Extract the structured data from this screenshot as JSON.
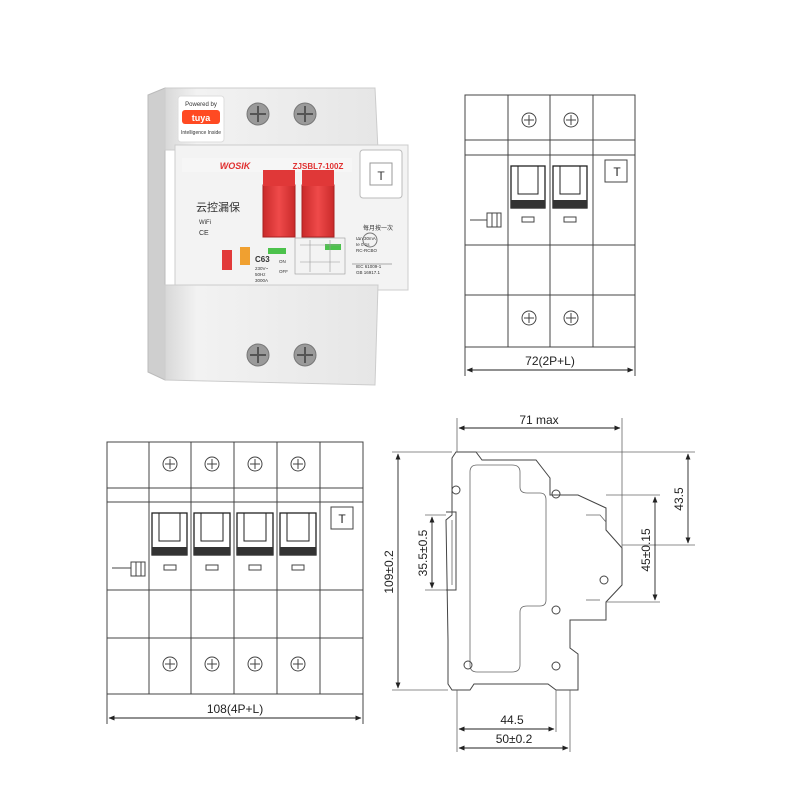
{
  "product": {
    "badge_powered": "Powered by",
    "badge_brand": "tuya",
    "badge_sub": "Intelligence Inside",
    "brand_logo": "WOSIK",
    "model": "ZJSBL7-100Z",
    "cn_label": "云控漏保",
    "wifi_label": "WiFi",
    "ce_label": "CE",
    "rating": "C63",
    "specs": [
      "230V~",
      "50Hz",
      "3000A"
    ],
    "on_off": [
      "ON",
      "OFF"
    ],
    "test_label": "T",
    "monthly_test": "每月按一次",
    "ratings_right": [
      "IΔn 30mA",
      "Ie 0.1s",
      "RC-RCBO"
    ],
    "standards": [
      "IEC 61009-1",
      "GB 16917.1"
    ],
    "colors": {
      "handle": "#e23a3a",
      "body": "#ececec",
      "accent": "#f0a030",
      "tuya": "#ff4a22"
    }
  },
  "front_2p": {
    "dimension_label": "72(2P+L)",
    "test_label": "T"
  },
  "front_4p": {
    "dimension_label": "108(4P+L)",
    "test_label": "T"
  },
  "side": {
    "dim_top": "71 max",
    "dim_435": "43.5",
    "dim_45": "45±0.15",
    "dim_355": "35.5±0.5",
    "dim_109": "109±0.2",
    "dim_445": "44.5",
    "dim_50": "50±0.2"
  }
}
